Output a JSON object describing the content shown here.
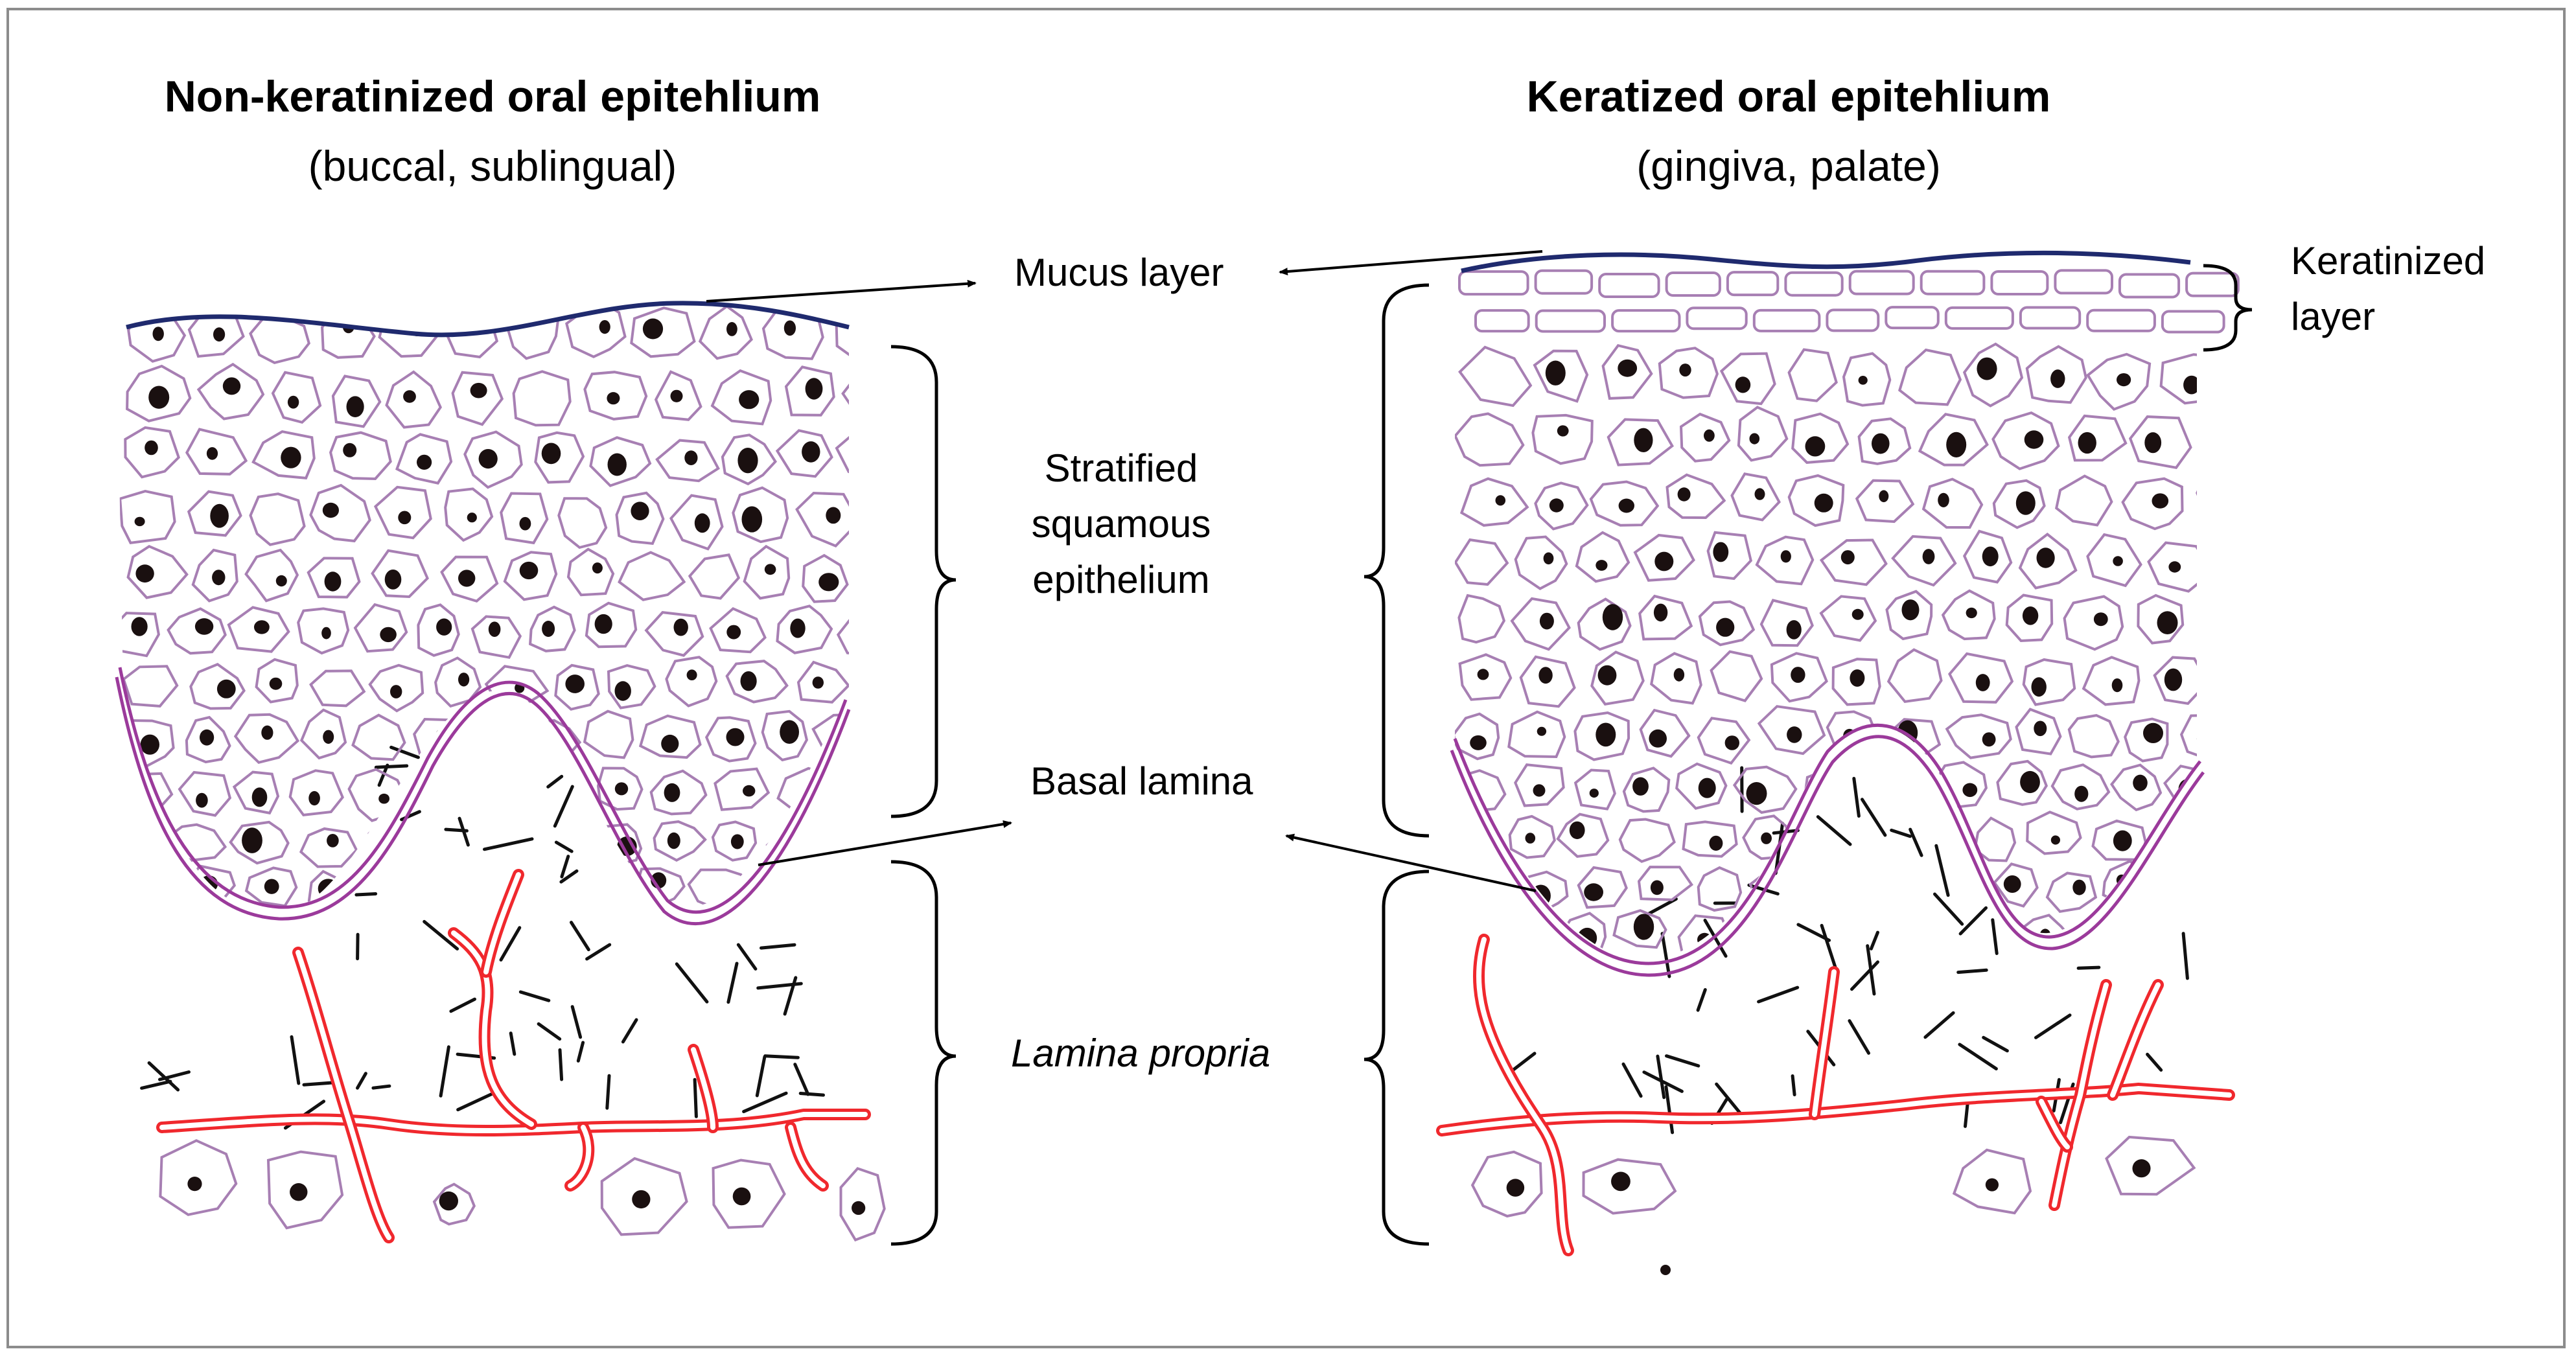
{
  "left_panel": {
    "title": "Non-keratinized oral  epitehlium",
    "subtitle": "(buccal, sublingual)"
  },
  "right_panel": {
    "title": "Keratized oral epitehlium",
    "subtitle": "(gingiva, palate)"
  },
  "labels": {
    "mucus_layer": "Mucus layer",
    "stratified_line1": "Stratified",
    "stratified_line2": "squamous",
    "stratified_line3": "epithelium",
    "basal_lamina": "Basal lamina",
    "lamina_propria": "Lamina propria",
    "keratinized_line1": "Keratinized",
    "keratinized_line2": "layer"
  },
  "colors": {
    "cell_outline": "#a77fb3",
    "nucleus": "#1a1010",
    "mucus": "#1f2a6e",
    "basal_lamina": "#9b3a9b",
    "vessel": "#f0282d",
    "fiber": "#111111",
    "frame": "#8c8c8c"
  }
}
